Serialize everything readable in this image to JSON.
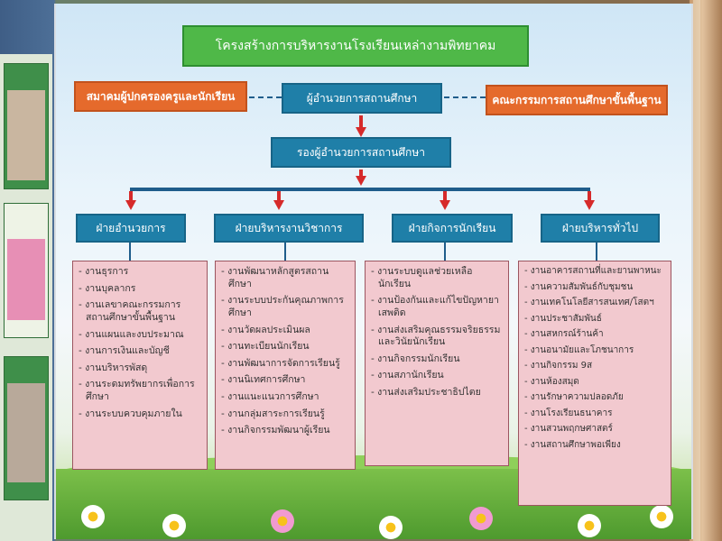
{
  "diagram": {
    "title": "โครงสร้างการบริหารงานโรงเรียนเหล่างามพิทยาคม",
    "director": "ผู้อำนวยการสถานศึกษา",
    "deputy": "รองผู้อำนวยการสถานศึกษา",
    "left_partner": "สมาคมผู้ปกครองครูและนักเรียน",
    "right_partner": "คณะกรรมการสถานศึกษาขั้นพื้นฐาน",
    "divisions": [
      {
        "name": "ฝ่ายอำนวยการ",
        "tasks": [
          "งานธุรการ",
          "งานบุคลากร",
          "งานเลขาคณะกรรมการสถานศึกษาขั้นพื้นฐาน",
          "งานแผนและงบประมาณ",
          "งานการเงินและบัญชี",
          "งานบริหารพัสดุ",
          "งานระดมทรัพยากรเพื่อการศึกษา",
          "งานระบบควบคุมภายใน"
        ]
      },
      {
        "name": "ฝ่ายบริหารงานวิชาการ",
        "tasks": [
          "งานพัฒนาหลักสูตรสถานศึกษา",
          "งานระบบประกันคุณภาพการศึกษา",
          "งานวัดผลประเมินผล",
          "งานทะเบียนนักเรียน",
          "งานพัฒนาการจัดการเรียนรู้",
          "งานนิเทศการศึกษา",
          "งานแนะแนวการศึกษา",
          "งานกลุ่มสาระการเรียนรู้",
          "งานกิจกรรมพัฒนาผู้เรียน"
        ]
      },
      {
        "name": "ฝ่ายกิจการนักเรียน",
        "tasks": [
          "งานระบบดูแลช่วยเหลือนักเรียน",
          "งานป้องกันและแก้ไขปัญหายาเสพติด",
          "งานส่งเสริมคุณธรรมจริยธรรมและวินัยนักเรียน",
          "งานกิจกรรมนักเรียน",
          "งานสภานักเรียน",
          "งานส่งเสริมประชาธิปไตย"
        ]
      },
      {
        "name": "ฝ่ายบริหารทั่วไป",
        "tasks": [
          "งานอาคารสถานที่และยานพาหนะ",
          "งานความสัมพันธ์กับชุมชน",
          "งานเทคโนโลยีสารสนเทศ/โสตฯ",
          "งานประชาสัมพันธ์",
          "งานสหกรณ์ร้านค้า",
          "งานอนามัยและโภชนาการ",
          "งานกิจกรรม 9ส",
          "งานห้องสมุด",
          "งานรักษาความปลอดภัย",
          "งานโรงเรียนธนาคาร",
          "งานสวนพฤกษศาสตร์",
          "งานสถานศึกษาพอเพียง"
        ]
      }
    ]
  },
  "colors": {
    "title_bg": "#4fb848",
    "orange_box": "#e56a2c",
    "blue_box": "#1f7fa8",
    "task_box": "#f2c9cf",
    "arrow": "#d62a2a",
    "connector": "#1f5d8b"
  }
}
